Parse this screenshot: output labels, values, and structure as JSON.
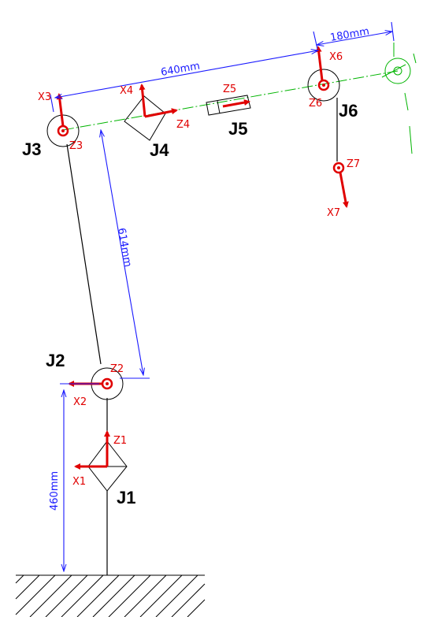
{
  "joints": {
    "j1": "J1",
    "j2": "J2",
    "j3": "J3",
    "j4": "J4",
    "j5": "J5",
    "j6": "J6"
  },
  "axes": {
    "x1": "X1",
    "z1": "Z1",
    "x2": "X2",
    "z2": "Z2",
    "x3": "X3",
    "z3": "Z3",
    "x4": "X4",
    "z4": "Z4",
    "z5": "Z5",
    "x6": "X6",
    "z6": "Z6",
    "x7": "X7",
    "z7": "Z7"
  },
  "dimensions": {
    "d460": "460mm",
    "d614": "614mm",
    "d640": "640mm",
    "d180": "180mm"
  },
  "colors": {
    "frame_axes": "#e00000",
    "dimension_lines": "#1a1aff",
    "tool_axis": "#00b400",
    "links": "#000000"
  }
}
